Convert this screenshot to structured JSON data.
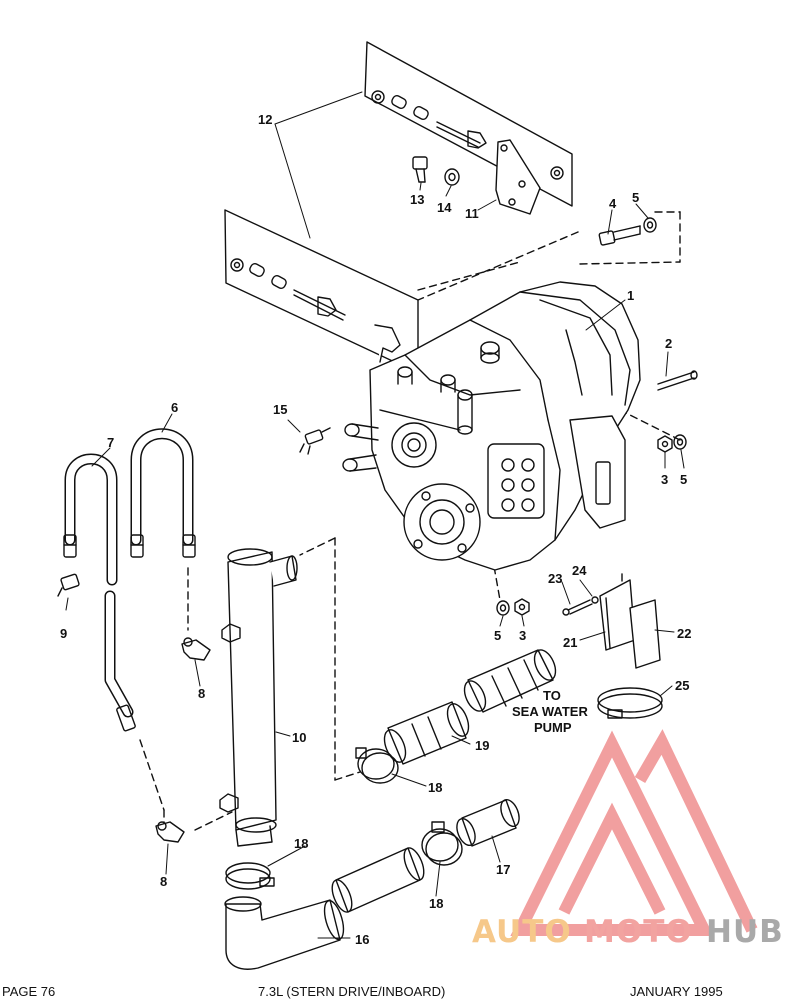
{
  "callouts": {
    "c1": "1",
    "c2": "2",
    "c3a": "3",
    "c3b": "3",
    "c4": "4",
    "c5a": "5",
    "c5b": "5",
    "c5c": "5",
    "c6": "6",
    "c7": "7",
    "c8a": "8",
    "c8b": "8",
    "c9": "9",
    "c10": "10",
    "c11": "11",
    "c12": "12",
    "c13": "13",
    "c14": "14",
    "c15": "15",
    "c16": "16",
    "c17": "17",
    "c18a": "18",
    "c18b": "18",
    "c18c": "18",
    "c19": "19",
    "c21": "21",
    "c22": "22",
    "c23": "23",
    "c24": "24",
    "c25": "25"
  },
  "note": {
    "line1": "TO",
    "line2": "SEA WATER",
    "line3": "PUMP"
  },
  "footer": {
    "page": "PAGE 76",
    "model": "7.3L (STERN DRIVE/INBOARD)",
    "date": "JANUARY 1995"
  },
  "watermark": {
    "part1": "AUTO",
    "part2": "MOTO",
    "part3": "HUB",
    "colors": {
      "auto": "#f6c88a",
      "moto": "#f2a3a0",
      "hub": "#a9a9a9",
      "logo": "#f19a9a"
    }
  }
}
